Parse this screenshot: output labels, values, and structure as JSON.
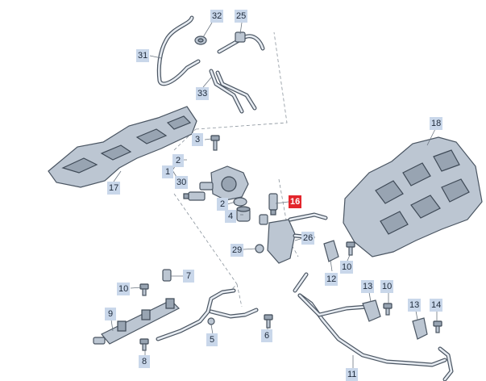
{
  "callouts": [
    {
      "id": "c32",
      "label": "32",
      "highlight": false
    },
    {
      "id": "c25",
      "label": "25",
      "highlight": false
    },
    {
      "id": "c31",
      "label": "31",
      "highlight": false
    },
    {
      "id": "c33",
      "label": "33",
      "highlight": false
    },
    {
      "id": "c18",
      "label": "18",
      "highlight": false
    },
    {
      "id": "c3",
      "label": "3",
      "highlight": false
    },
    {
      "id": "c2a",
      "label": "2",
      "highlight": false
    },
    {
      "id": "c1",
      "label": "1",
      "highlight": false
    },
    {
      "id": "c30",
      "label": "30",
      "highlight": false
    },
    {
      "id": "c2b",
      "label": "2",
      "highlight": false
    },
    {
      "id": "c4",
      "label": "4",
      "highlight": false
    },
    {
      "id": "c16",
      "label": "16",
      "highlight": true
    },
    {
      "id": "c17",
      "label": "17",
      "highlight": false
    },
    {
      "id": "c26",
      "label": "26",
      "highlight": false
    },
    {
      "id": "c29",
      "label": "29",
      "highlight": false
    },
    {
      "id": "c10a",
      "label": "10",
      "highlight": false
    },
    {
      "id": "c12",
      "label": "12",
      "highlight": false
    },
    {
      "id": "c7",
      "label": "7",
      "highlight": false
    },
    {
      "id": "c10b",
      "label": "10",
      "highlight": false
    },
    {
      "id": "c13a",
      "label": "13",
      "highlight": false
    },
    {
      "id": "c10c",
      "label": "10",
      "highlight": false
    },
    {
      "id": "c13b",
      "label": "13",
      "highlight": false
    },
    {
      "id": "c14",
      "label": "14",
      "highlight": false
    },
    {
      "id": "c9",
      "label": "9",
      "highlight": false
    },
    {
      "id": "c8",
      "label": "8",
      "highlight": false
    },
    {
      "id": "c5",
      "label": "5",
      "highlight": false
    },
    {
      "id": "c6",
      "label": "6",
      "highlight": false
    },
    {
      "id": "c11",
      "label": "11",
      "highlight": false
    }
  ],
  "colors": {
    "callout_bg": "#c9d7ea",
    "highlight_bg": "#e3262c",
    "part_fill": "#bcc6d2",
    "line": "#4a5562"
  }
}
